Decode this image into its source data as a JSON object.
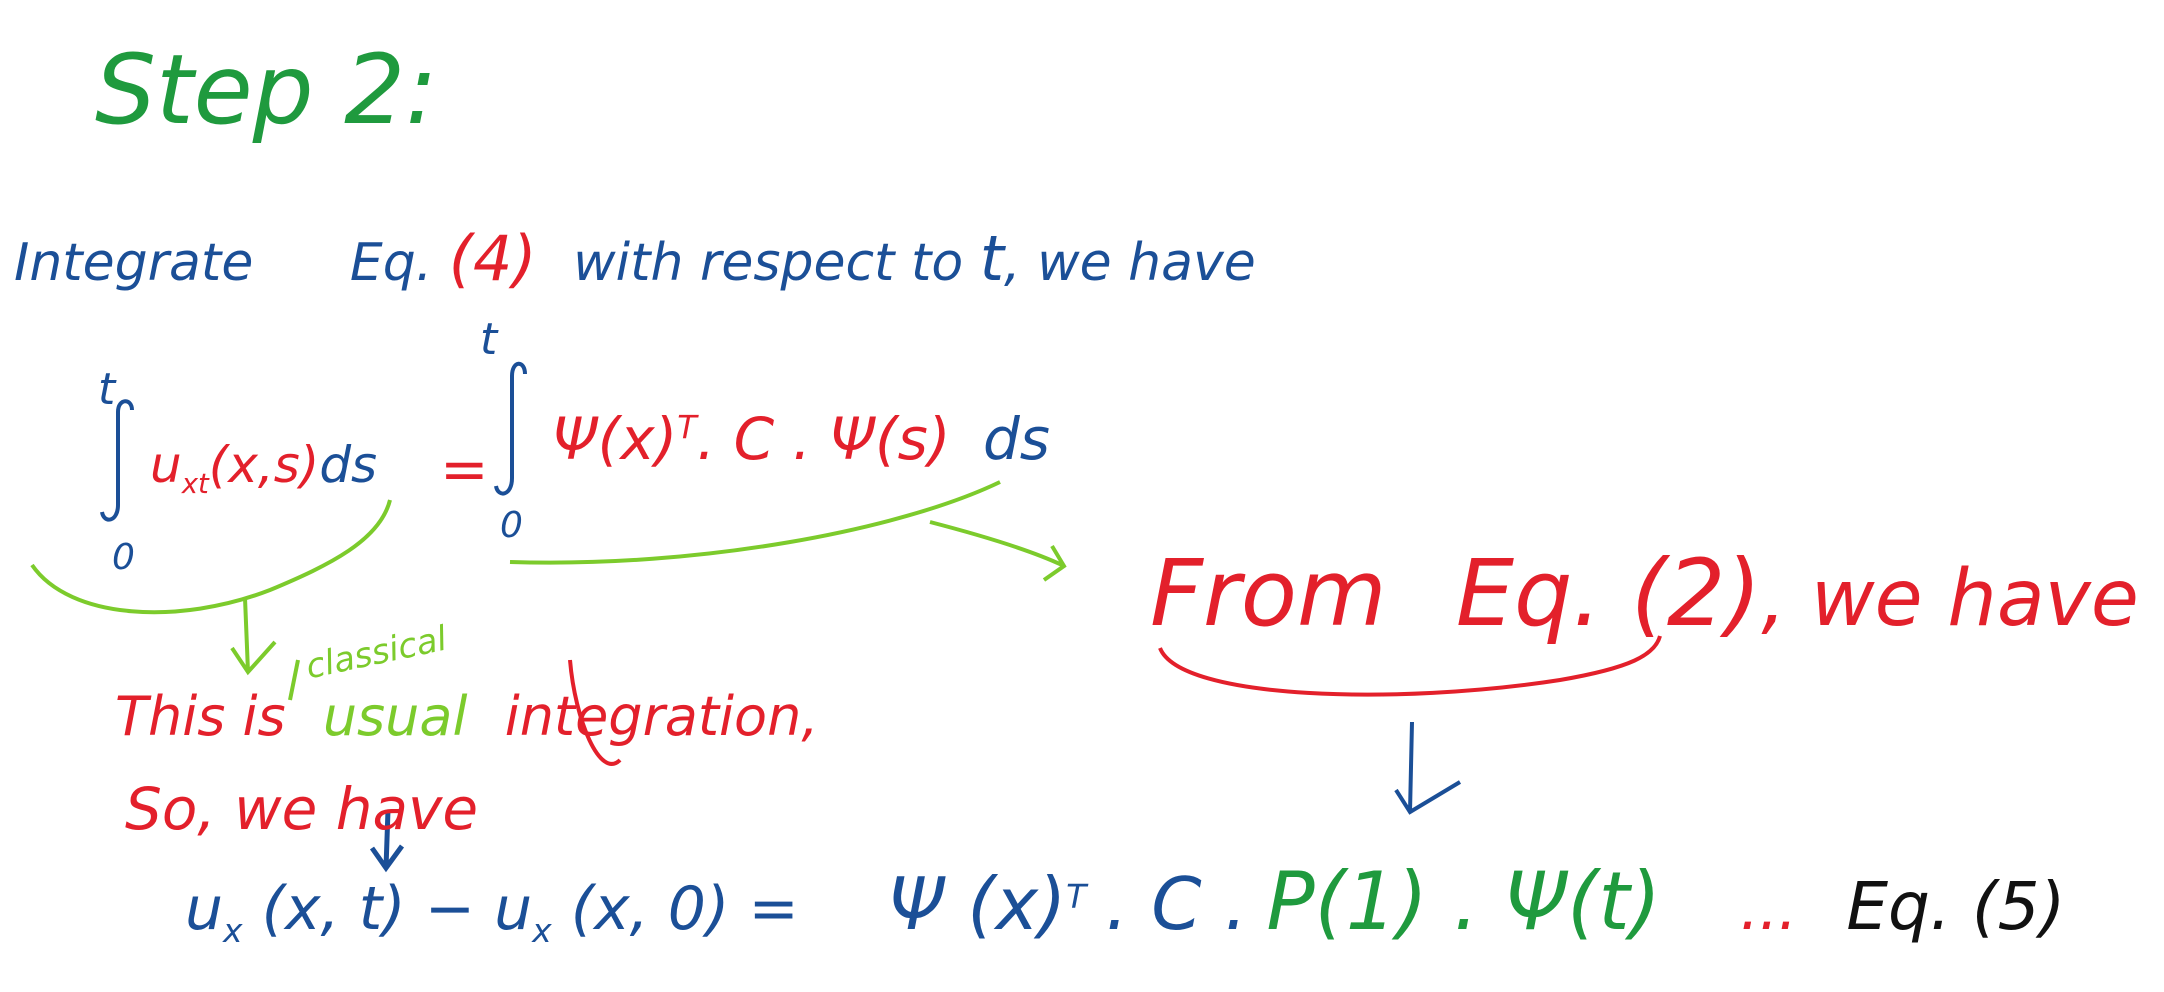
{
  "title": "Step 2:",
  "intro": {
    "integrate": "Integrate",
    "eq": "Eq.",
    "eq_num": "(4)",
    "rest": "with respect to",
    "var": "t",
    "tail": ", we have"
  },
  "integral_left": {
    "upper": "t",
    "lower": "0",
    "integrand": "u",
    "sub": "xt",
    "args": "(x,s)",
    "ds": "ds"
  },
  "equals": "=",
  "integral_right": {
    "upper": "t",
    "lower": "0",
    "integrand": "Ψ(x)",
    "sup": "T",
    "rest": ". C . Ψ(s)",
    "ds": "ds"
  },
  "note_left": {
    "line1_a": "This is",
    "inserted": "classical",
    "struck": "usual",
    "line1_b": "integration,",
    "line2": "So, we have"
  },
  "note_right": {
    "from": "From",
    "eq": "Eq.",
    "eq_num": "(2)",
    "tail": ", we have"
  },
  "result": {
    "lhs1": "u",
    "lhs1_sub": "x",
    "lhs1_args": "(x, t)",
    "minus": "−",
    "lhs2": "u",
    "lhs2_sub": "x",
    "lhs2_args": "(x, 0)",
    "eq": "=",
    "rhs_a": "Ψ (x)",
    "rhs_sup": "T",
    "rhs_b": ". C .",
    "rhs_c": "P(1) . Ψ(t)",
    "dots": "...",
    "label": "Eq. (5)"
  },
  "colors": {
    "green": "#1f9a3e",
    "blue": "#1b4f97",
    "red": "#e3202b",
    "light_green": "#7ccb2c",
    "black": "#111111"
  }
}
